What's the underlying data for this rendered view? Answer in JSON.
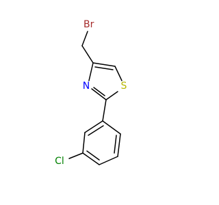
{
  "molecule": {
    "colors": {
      "bond": "#000000",
      "bromine": "#a52a2a",
      "nitrogen": "#0000ff",
      "sulfur": "#b8b800",
      "chlorine": "#008000"
    },
    "atoms": {
      "bromine": "Br",
      "nitrogen": "N",
      "sulfur": "S",
      "chlorine": "Cl"
    }
  }
}
